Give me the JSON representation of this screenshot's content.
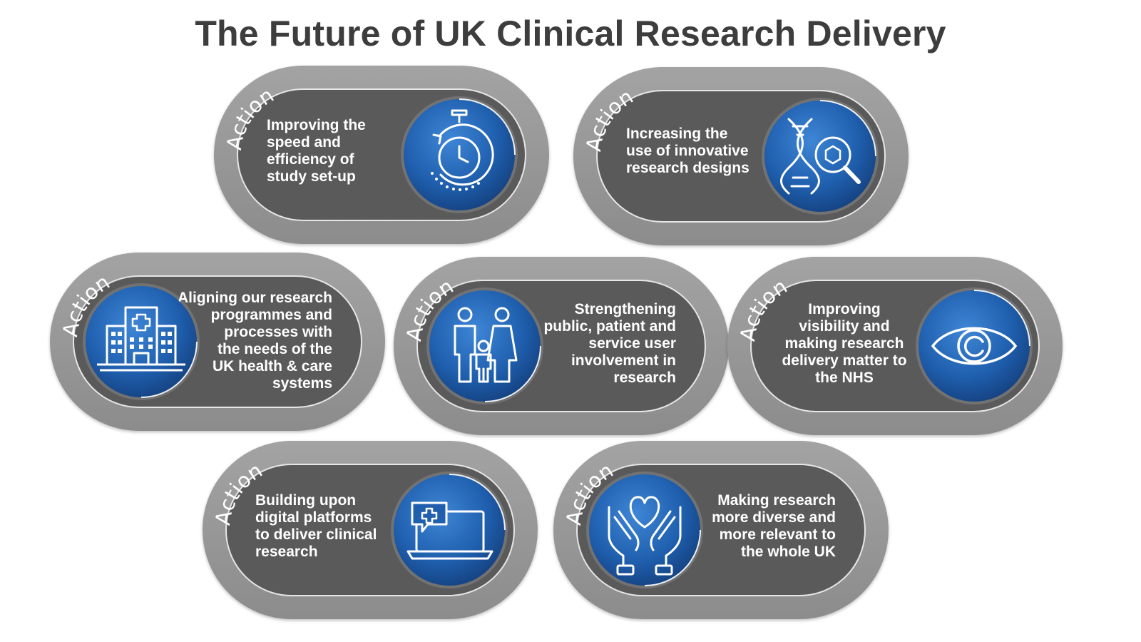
{
  "title": "The Future of UK Clinical Research Delivery",
  "badge_label": "Action",
  "colors": {
    "outer_ring": "#9a9a9a",
    "inner_pill": "#5a5a5a",
    "icon_circle": "#1f5fae",
    "title_text": "#3d3d3d"
  },
  "actions": [
    {
      "text": "Improving the\nspeed and\nefficiency of\nstudy set-up",
      "icon": "stopwatch-icon"
    },
    {
      "text": "Increasing the\nuse of innovative\nresearch designs",
      "icon": "dna-magnifier-icon"
    },
    {
      "text": "Aligning our research\nprogrammes and\nprocesses with\nthe needs of the\nUK health & care\nsystems",
      "icon": "hospital-icon"
    },
    {
      "text": "Strengthening\npublic, patient and\nservice user\ninvolvement in\nresearch",
      "icon": "family-icon"
    },
    {
      "text": "Improving\nvisibility and\nmaking research\ndelivery matter to\nthe NHS",
      "icon": "eye-icon"
    },
    {
      "text": "Building upon\ndigital platforms\nto deliver clinical\nresearch",
      "icon": "laptop-medical-icon"
    },
    {
      "text": "Making research\nmore diverse and\nmore relevant to\nthe whole UK",
      "icon": "hands-heart-icon"
    }
  ]
}
